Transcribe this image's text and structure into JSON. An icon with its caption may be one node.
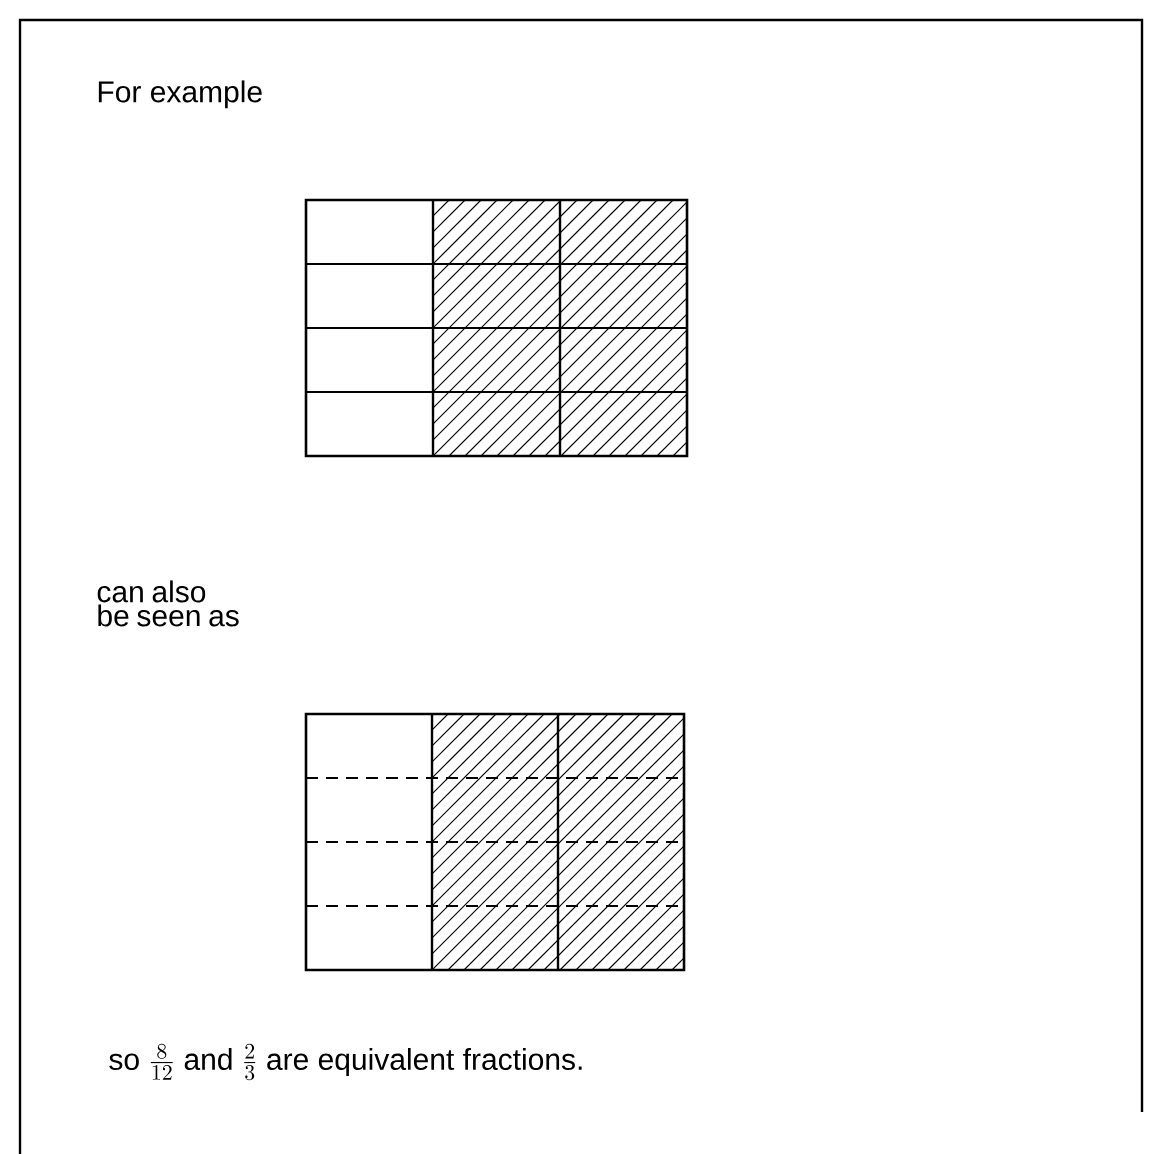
{
  "diagram": {
    "labels": [
      "For example",
      "can also be seen as",
      "so",
      "\\tfrac{8}{12}",
      "and",
      "\\tfrac{2}{3}",
      "are equivalent fractions."
    ]
  }
}
